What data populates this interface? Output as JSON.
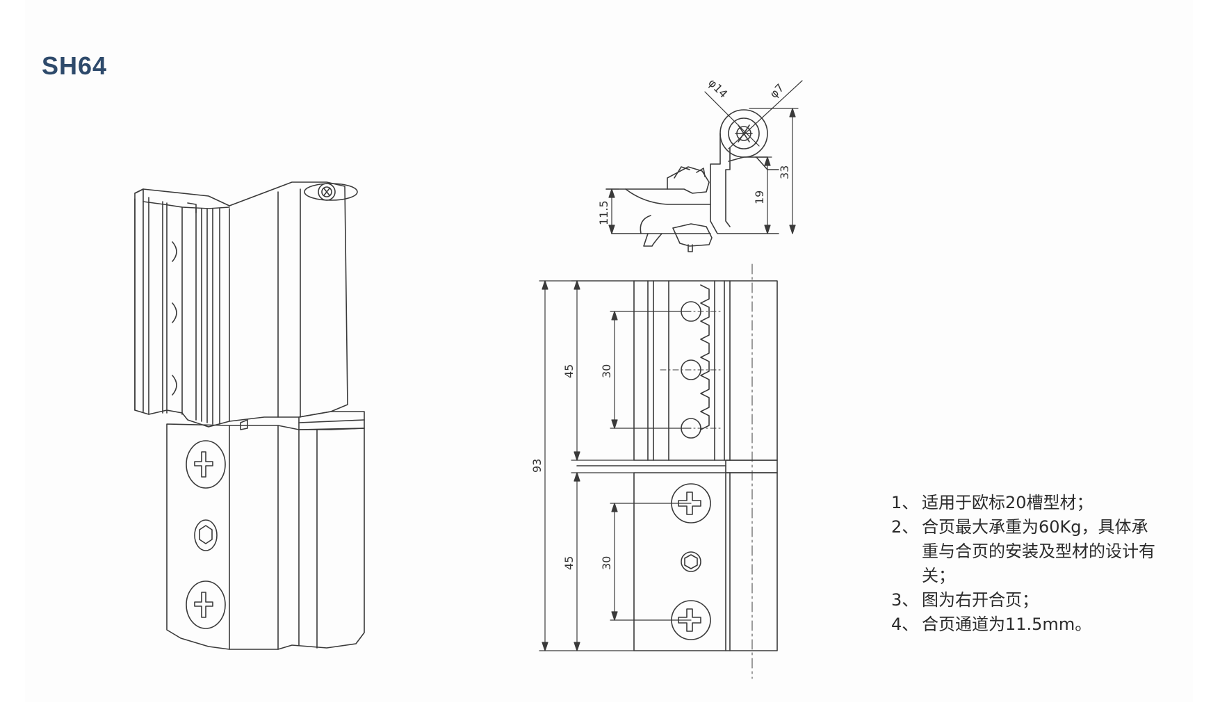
{
  "title": "SH64",
  "colors": {
    "title": "#2e4a6b",
    "line": "#3a3a3a",
    "background": "#fdfdfd"
  },
  "dimensions": {
    "top_view": {
      "dia_outer": "φ14",
      "dia_inner": "φ7",
      "height_33": "33",
      "height_19": "19",
      "channel": "11.5"
    },
    "front_view": {
      "total": "93",
      "upper_45": "45",
      "lower_45": "45",
      "upper_30": "30",
      "lower_30": "30"
    }
  },
  "notes": [
    {
      "num": "1、",
      "text": "适用于欧标20槽型材；"
    },
    {
      "num": "2、",
      "text": "合页最大承重为60Kg，具体承重与合页的安装及型材的设计有关；"
    },
    {
      "num": "3、",
      "text": "图为右开合页；"
    },
    {
      "num": "4、",
      "text": "合页通道为11.5mm。"
    }
  ]
}
